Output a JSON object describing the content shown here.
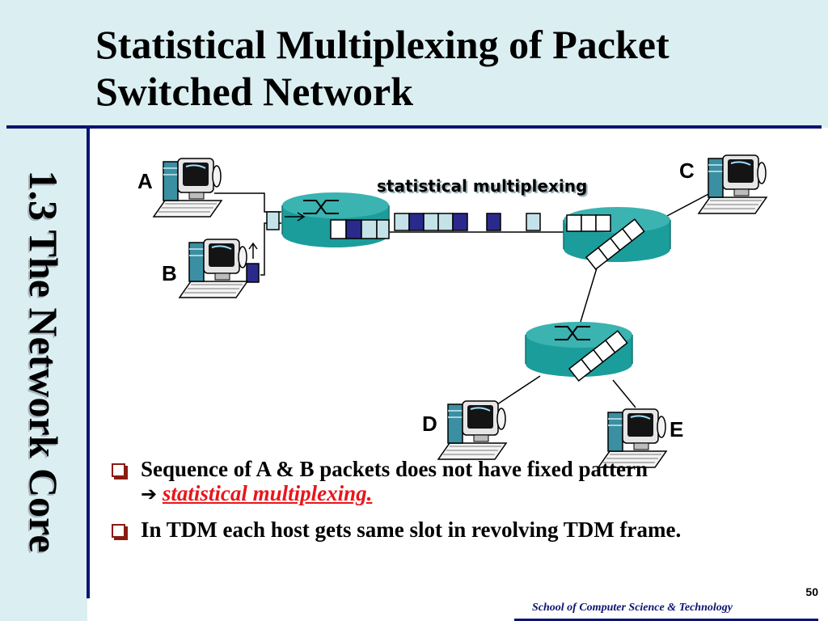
{
  "slide": {
    "title": "Statistical Multiplexing of Packet Switched Network",
    "side_title": "1.3 The Network Core",
    "page_number": "50",
    "footer": "School of Computer Science & Technology"
  },
  "diagram": {
    "host_labels": {
      "a": "A",
      "b": "B",
      "c": "C",
      "d": "D",
      "e": "E"
    },
    "link_label": "statistical multiplexing",
    "colors": {
      "router_fill": "#1b9d9b",
      "router_top": "#3ab3b1",
      "packet_dark": "#2a2a8c",
      "packet_light": "#c4e3e8",
      "queue_fill": "#ffffff",
      "link_stroke": "#000000"
    },
    "icons": [
      "desktop-computer-icon",
      "router-icon",
      "packet-icon",
      "up-arrow-icon",
      "right-arrow-icon"
    ]
  },
  "bullets": {
    "item1_text": "Sequence of A & B packets does not have fixed pattern",
    "item1_arrow": "➔",
    "item1_emphasis": "statistical multiplexing.",
    "item2_text": "In TDM each host gets same slot in revolving TDM frame."
  },
  "theme": {
    "band_color": "#dbeff2",
    "rule_color": "#0c1470",
    "emphasis_color": "#e8161b",
    "bullet_color": "#8a1b12"
  }
}
